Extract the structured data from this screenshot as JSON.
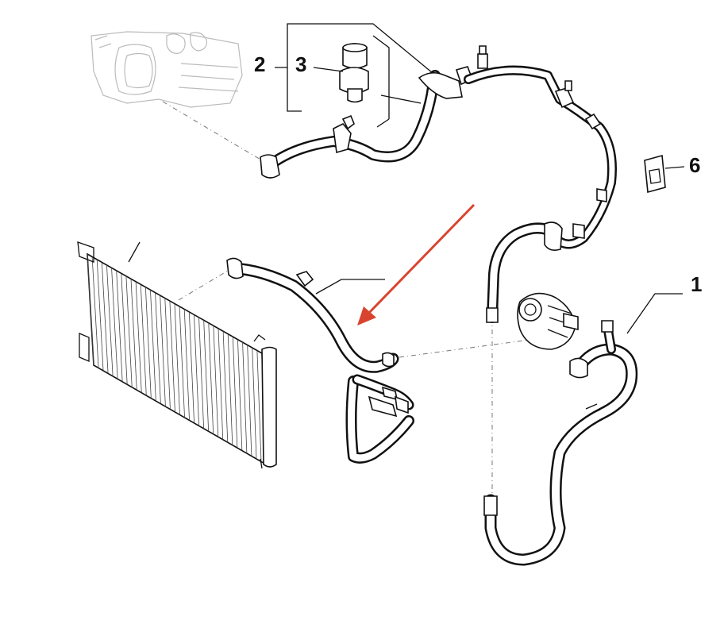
{
  "callouts": [
    {
      "id": "c1",
      "label": "1"
    },
    {
      "id": "c2",
      "label": "2"
    },
    {
      "id": "c3",
      "label": "3"
    },
    {
      "id": "c6",
      "label": "6"
    }
  ],
  "colors": {
    "background": "#ffffff",
    "line": "#111111",
    "arrow": "#d9442f"
  }
}
